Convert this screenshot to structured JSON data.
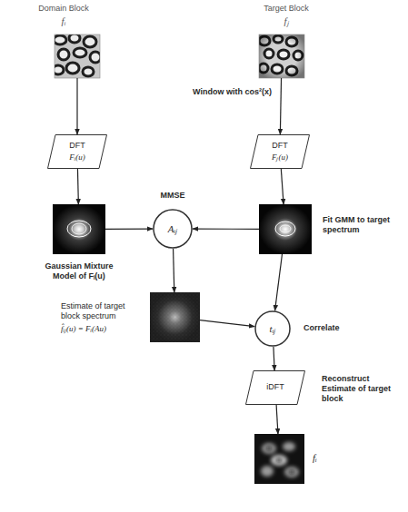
{
  "diagram": {
    "nodes": [
      {
        "text": [
          "Domain Block",
          "fᵢ"
        ]
      },
      {
        "text": [
          "Target Block",
          "fⱼ"
        ]
      },
      {
        "text": [
          "DFT",
          "Fᵢ(u)"
        ]
      },
      {
        "text": [
          "DFT",
          "Fⱼ(u)"
        ]
      },
      {
        "text": [
          "Gaussian Mixture Model of Fᵢ(u)"
        ]
      },
      {
        "text": [
          "MMSE",
          "Aᵢⱼ"
        ]
      },
      {
        "text": [
          "Fit GMM to target spectrum"
        ]
      },
      {
        "text": [
          "Estimate of target block spectrum",
          "f̂ᵢⱼ(u) = Fᵢ(Au)"
        ]
      },
      {
        "text": [
          "tᵢⱼ",
          "Correlate"
        ]
      },
      {
        "text": [
          "iDFT",
          "Reconstruct Estimate of target block"
        ]
      },
      {
        "text": [
          "fᵢ"
        ]
      }
    ],
    "edges": [
      {
        "from": 0,
        "to": 2,
        "arrow": "to"
      },
      {
        "from": 1,
        "to": 3,
        "arrow": "to"
      },
      {
        "from": 2,
        "to": 4,
        "arrow": "to"
      },
      {
        "from": 3,
        "to": 6,
        "arrow": "to"
      },
      {
        "from": 4,
        "to": 5,
        "arrow": "to"
      },
      {
        "from": 6,
        "to": 5,
        "arrow": "to"
      },
      {
        "from": 5,
        "to": 7,
        "arrow": "to"
      },
      {
        "from": 7,
        "to": 8,
        "arrow": "to"
      },
      {
        "from": 6,
        "to": 8,
        "arrow": "to"
      },
      {
        "from": 8,
        "to": 9,
        "arrow": "to"
      },
      {
        "from": 9,
        "to": 10,
        "arrow": "to"
      }
    ],
    "labels": [
      "Window with cos²(x)"
    ]
  }
}
